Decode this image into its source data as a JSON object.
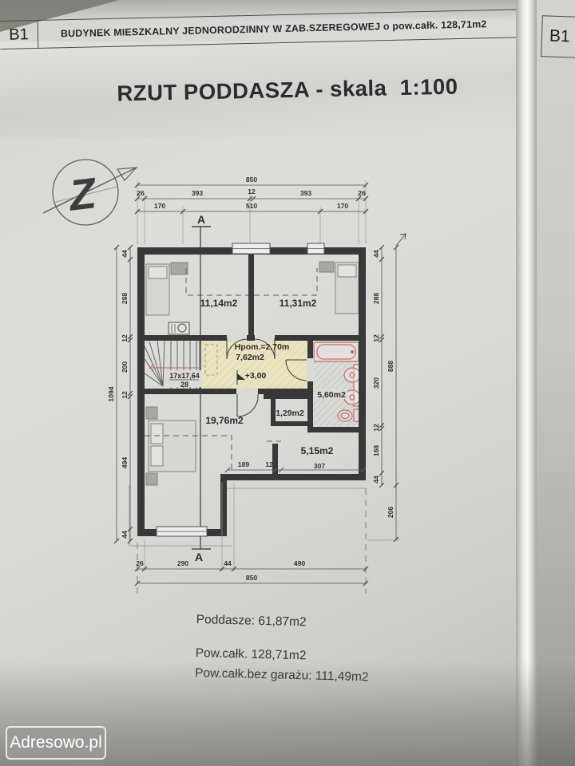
{
  "header": {
    "sheet_code": "B1",
    "building_title": "BUDYNEK MIESZKALNY JEDNORODZINNY W ZAB.SZEREGOWEJ o pow.całk. 128,71m2",
    "next_sheet_code": "B1"
  },
  "drawing_title": "RZUT PODDASZA - skala  1:100",
  "north_letter": "Z",
  "section_marker": {
    "top": "A",
    "bottom": "A"
  },
  "rooms": {
    "bedroom_left": "11,14m2",
    "bedroom_right": "11,31m2",
    "hall_height": "Hpom.=2,70m",
    "hall_area": "7,62m2",
    "hall_level": "+3,00",
    "bathroom": "5,60m2",
    "closet": "1,29m2",
    "bedroom_bottom": "19,76m2",
    "room_bottom_right": "5,15m2",
    "stairs_spec": "17x17,64",
    "stairs_width": "28"
  },
  "dims": {
    "top_total": "850",
    "top_26a": "26",
    "top_393a": "393",
    "top_12": "12",
    "top_393b": "393",
    "top_26b": "26",
    "top_170a": "170",
    "top_510": "510",
    "top_170b": "170",
    "left_total": "1094",
    "left_44a": "44",
    "left_288": "288",
    "left_12a": "12",
    "left_200": "200",
    "left_12b": "12",
    "left_494": "494",
    "left_44b": "44",
    "right_44a": "44",
    "right_288": "288",
    "right_12a": "12",
    "right_320": "320",
    "right_12b": "12",
    "right_168": "168",
    "right_44b": "44",
    "right_total": "888",
    "right_206": "206",
    "bottom_26": "26",
    "bottom_290": "290",
    "bottom_44": "44",
    "bottom_490": "490",
    "bottom_total": "850",
    "interior_189": "189",
    "interior_12": "12",
    "interior_307": "307"
  },
  "summary": {
    "attic": "Poddasze: 61,87m2",
    "total": "Pow.całk. 128,71m2",
    "total_no_garage": "Pow.całk.bez garażu: 111,49m2"
  },
  "watermark": "Adresowo.pl",
  "colors": {
    "paper": "#d9dad5",
    "ink": "#383838",
    "hall_fill": "#e9e3bf",
    "fixture_pink": "#c07070"
  }
}
